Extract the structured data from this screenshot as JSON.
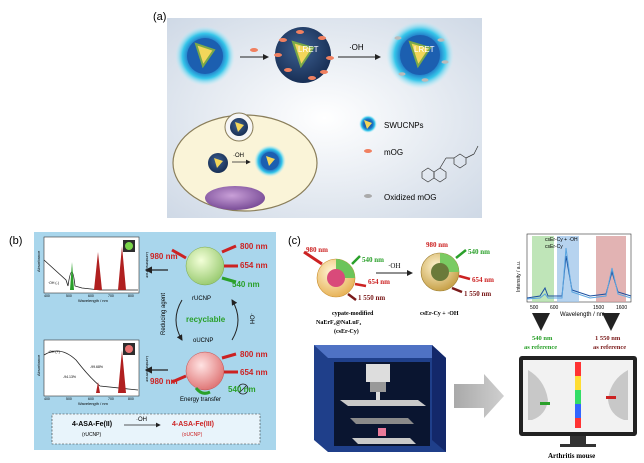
{
  "panel_a": {
    "label": "(a)",
    "lret": "LRET",
    "oh_arrow": "·OH",
    "cell_oh_arrow": "·OH",
    "legend": {
      "swucnps": "SWUCNPs",
      "mog": "mOG",
      "oxidized_mog": "Oxidized mOG"
    },
    "colors": {
      "gradient_outer": "#dde6f0",
      "cell_fill": "#faf4d8",
      "nucleus": "#9a6fb0",
      "particle_core": "#2a5fa8",
      "glow": "#3ec7e8"
    }
  },
  "panel_b": {
    "label": "(b)",
    "top_spectrum": {
      "ylabel": "Absorbance",
      "ylabel_right": "Luminescence",
      "xlabel": "Wavelength / nm",
      "ticks": [
        "400",
        "500",
        "600",
        "700",
        "800"
      ],
      "curve_label": "·OH (-)"
    },
    "bottom_spectrum": {
      "ylabel": "Absorbance",
      "ylabel_right": "Luminescence",
      "xlabel": "Wavelength / nm",
      "ticks": [
        "400",
        "500",
        "600",
        "700",
        "800"
      ],
      "curve_label": "·OH (+)",
      "pct1": "-94.13%",
      "pct2": "-99.68%"
    },
    "top_particle": {
      "ex": "980 nm",
      "em1": "800 nm",
      "em2": "654 nm",
      "em3": "540 nm"
    },
    "bottom_particle": {
      "ex": "980 nm",
      "em1": "800 nm",
      "em2": "654 nm",
      "em3": "540 nm"
    },
    "cycle": {
      "top": "rUCNP",
      "middle": "recyclable",
      "bottom": "oUCNP",
      "left": "Reducing agent",
      "right": "·OH"
    },
    "energy_transfer": "Energy transfer",
    "reaction": {
      "left": "4-ASA-Fe(II)",
      "left_sub": "(rUCNP)",
      "arrow": "·OH",
      "right": "4-ASA-Fe(III)",
      "right_sub": "(oUCNP)"
    },
    "colors": {
      "background": "#a9d6ec",
      "green": "#2aa02a",
      "red": "#cc2222",
      "box": "#e8f4fb"
    }
  },
  "panel_c": {
    "label": "(c)",
    "ex_left": "980 nm",
    "ex_right": "980 nm",
    "left_em": [
      "540 nm",
      "654 nm",
      "1 550 nm"
    ],
    "right_em": [
      "540 nm",
      "654 nm",
      "1 550 nm"
    ],
    "arrow": "·OH",
    "caption_left": "cypate-modified NaErF₄@NaLuF₄ (csEr-Cy)",
    "caption_right": "csEr-Cy + ·OH",
    "spectrum": {
      "ylabel": "Intensity / a.u.",
      "xlabel": "Wavelength / nm",
      "ticks": [
        "500",
        "600",
        "1500",
        "1600"
      ],
      "legend1": "csEr-Cy + ·OH",
      "legend2": "csEr-Cy"
    },
    "ref_left": "540 nm as reference",
    "ref_right": "1 550 nm as reference",
    "mouse_caption": "Arthritis mouse"
  }
}
